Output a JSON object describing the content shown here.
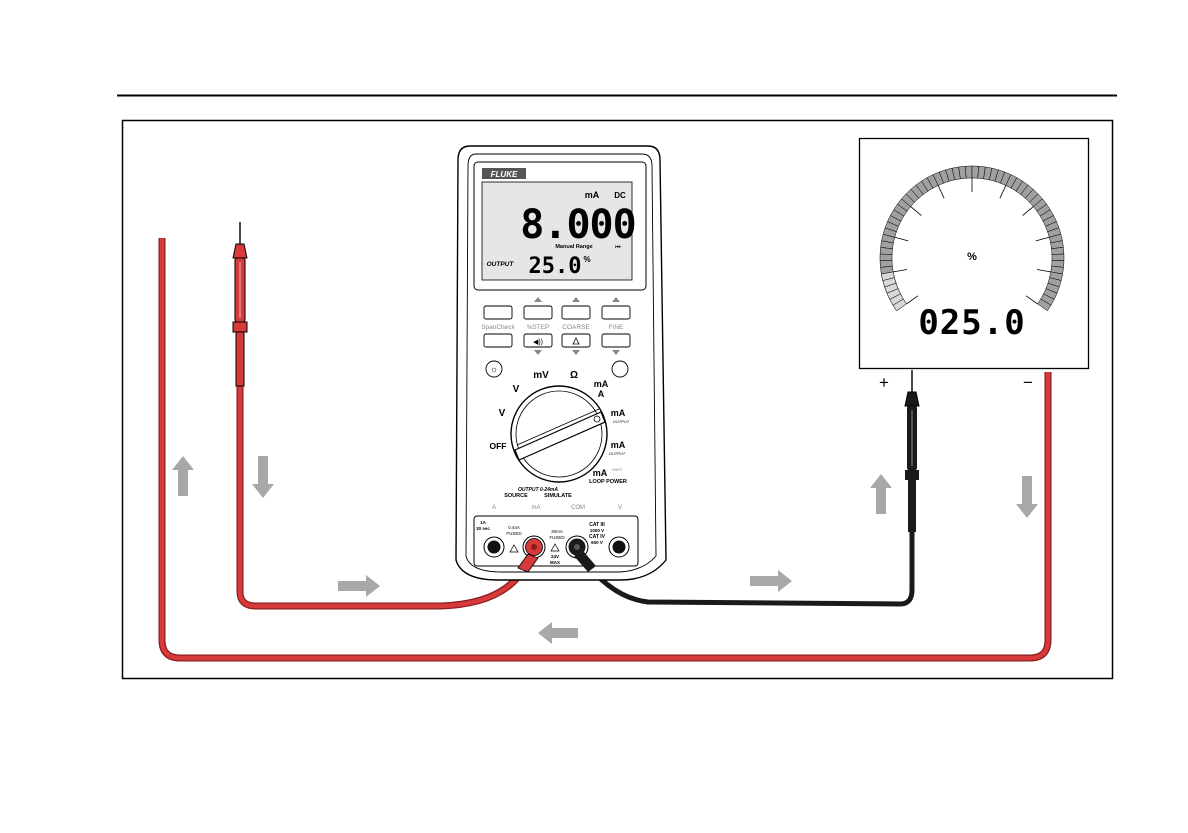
{
  "meter": {
    "brand": "FLUKE",
    "primary_unit": "mA",
    "primary_mode": "DC",
    "primary_reading": "8.000",
    "range_label": "Manual Range",
    "secondary_label": "OUTPUT",
    "secondary_reading": "25.0",
    "secondary_unit": "%",
    "buttons_top": [
      {
        "label": "SpanCheck"
      },
      {
        "label": "%STEP"
      },
      {
        "label": "COARSE"
      },
      {
        "label": "FINE"
      }
    ],
    "dial": {
      "off": "OFF",
      "v_ac": "V",
      "v_dc": "V",
      "mv": "mV",
      "ohm": "Ω",
      "ma_a": "mA",
      "a": "A",
      "ma_output": "mA",
      "output1": "OUTPUT",
      "ma_output2": "mA",
      "output2": "OUTPUT",
      "ma_loop": "mA",
      "loop_power": "LOOP POWER",
      "hart": "HART"
    },
    "terminals": {
      "output_range": "OUTPUT 0-24mA",
      "source": "SOURCE",
      "simulate": "SIMULATE",
      "a": "A",
      "ma": "mA",
      "com": "COM",
      "v": "V",
      "a_rating": "1A",
      "a_time": "30 sec",
      "fuse1": "0.44A",
      "fused1": "FUSED",
      "fuse2": "30mA",
      "fused2": "FUSED",
      "cat3": "CAT III",
      "cat3v": "1000 V",
      "cat4": "CAT IV",
      "cat4v": "600 V",
      "max_v": "24V",
      "max": "MAX"
    }
  },
  "indicator": {
    "unit": "%",
    "reading": "025.0",
    "plus": "+",
    "minus": "−"
  },
  "colors": {
    "lead_red": "#d63a3a",
    "lead_red_dark": "#8a1d1d",
    "lead_black": "#1a1a1a",
    "arrow_gray": "#a8a8a8",
    "lcd_bg": "#e6e6e6",
    "gauge_band": "#a0a0a0"
  },
  "icons": [
    "up-arrow-icon",
    "down-arrow-icon",
    "right-arrow-icon",
    "left-arrow-icon",
    "backlight-icon",
    "continuity-icon",
    "triangle-up-icon",
    "triangle-down-icon",
    "warning-icon"
  ]
}
